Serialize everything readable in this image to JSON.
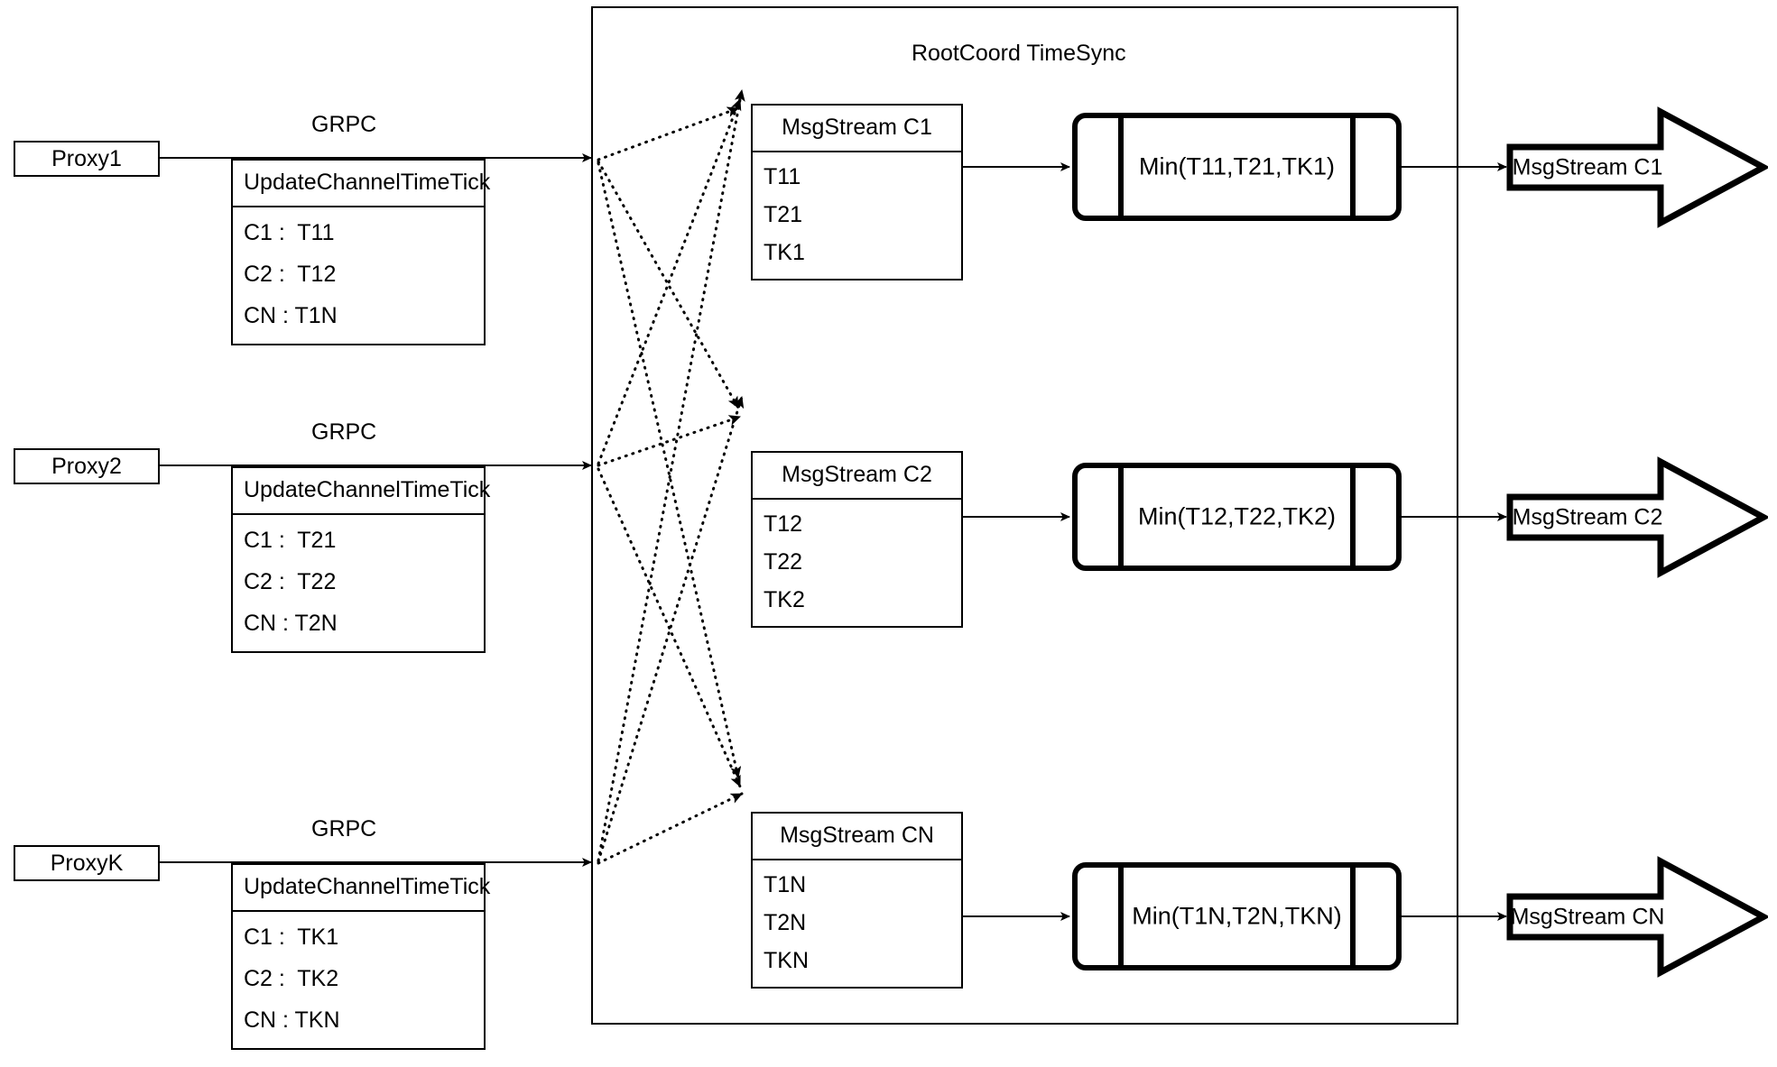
{
  "diagram": {
    "title": "RootCoord TimeSync",
    "background": "#ffffff",
    "stroke": "#000000"
  },
  "proxies": [
    {
      "name": "Proxy1",
      "link_label": "GRPC",
      "request": {
        "title": "UpdateChannelTimeTick",
        "rows": [
          "C1 :  T11",
          "C2 :  T12",
          "CN : T1N"
        ]
      }
    },
    {
      "name": "Proxy2",
      "link_label": "GRPC",
      "request": {
        "title": "UpdateChannelTimeTick",
        "rows": [
          "C1 :  T21",
          "C2 :  T22",
          "CN : T2N"
        ]
      }
    },
    {
      "name": "ProxyK",
      "link_label": "GRPC",
      "request": {
        "title": "UpdateChannelTimeTick",
        "rows": [
          "C1 :  TK1",
          "C2 :  TK2",
          "CN : TKN"
        ]
      }
    }
  ],
  "channels": [
    {
      "stream": {
        "title": "MsgStream C1",
        "rows": [
          "T11",
          "T21",
          "TK1"
        ]
      },
      "process": "Min(T11,T21,TK1)",
      "output": "MsgStream C1"
    },
    {
      "stream": {
        "title": "MsgStream C2",
        "rows": [
          "T12",
          "T22",
          "TK2"
        ]
      },
      "process": "Min(T12,T22,TK2)",
      "output": "MsgStream C2"
    },
    {
      "stream": {
        "title": "MsgStream CN",
        "rows": [
          "T1N",
          "T2N",
          "TKN"
        ]
      },
      "process": "Min(T1N,T2N,TKN)",
      "output": "MsgStream CN"
    }
  ]
}
